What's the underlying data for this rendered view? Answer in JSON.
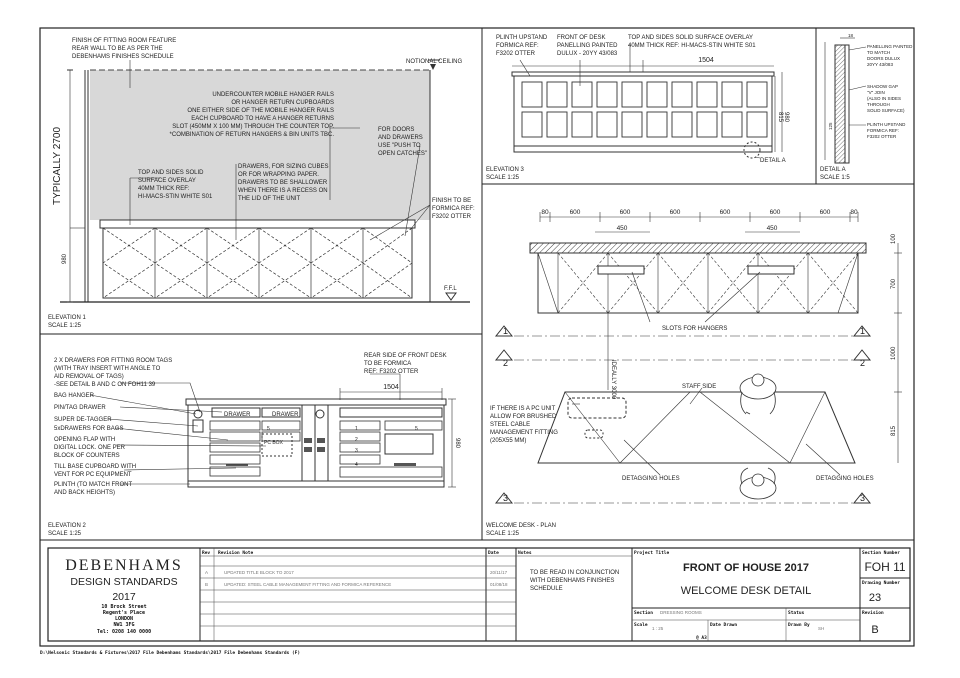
{
  "elevation1": {
    "title": "ELEVATION 1",
    "scale": "SCALE 1:25",
    "notes": {
      "finish_wall_1": "FINISH OF FITTING ROOM FEATURE",
      "finish_wall_2": "REAR WALL TO BE AS PER THE",
      "finish_wall_3": "DEBENHAMS FINISHES SCHEDULE",
      "notional_ceiling": "NOTIONAL CEILING",
      "under_1": "UNDERCOUNTER MOBILE HANGER RAILS",
      "under_2": "OR HANGER RETURN CUPBOARDS",
      "under_3": "ONE EITHER SIDE OF THE MOBILE HANGER RAILS",
      "under_4": "EACH CUPBOARD TO HAVE A HANGER RETURNS",
      "under_5": "SLOT (450MM X 100 MM) THROUGH THE COUNTER TOP.",
      "under_6": "*COMBINATION OF RETURN HANGERS & BIN UNITS TBC.",
      "doors_1": "FOR DOORS",
      "doors_2": "AND DRAWERS",
      "doors_3": "USE \"PUSH TO",
      "doors_4": "OPEN CATCHES\"",
      "top_1": "TOP AND SIDES SOLID",
      "top_2": "SURFACE OVERLAY",
      "top_3": "40MM THICK REF:",
      "top_4": "HI-MACS-STIN WHITE S01",
      "draw_1": "DRAWERS, FOR SIZING CUBES",
      "draw_2": "OR FOR WRAPPING PAPER.",
      "draw_3": "DRAWERS TO BE SHALLOWER",
      "draw_4": "WHEN THERE IS A RECESS ON",
      "draw_5": "THE LID OF THE UNIT",
      "finish_1": "FINISH TO BE",
      "finish_2": "FORMICA REF:",
      "finish_3": "F3202 OTTER",
      "typically": "TYPICALLY 2700",
      "dim_980": "980",
      "ffl": "F.F.L"
    }
  },
  "elevation3": {
    "title": "ELEVATION 3",
    "scale": "SCALE 1:25",
    "plinth_1": "PLINTH UPSTAND",
    "plinth_2": "FORMICA REF:",
    "plinth_3": "F3202 OTTER",
    "front_1": "FRONT OF DESK",
    "front_2": "PANELLING PAINTED",
    "front_3": "DULUX - 20YY 43/083",
    "top_1": "TOP AND SIDES SOLID SURFACE OVERLAY",
    "top_2": "40MM THICK REF: HI-MACS-STIN WHITE S01",
    "dim_1504": "1504",
    "dim_815": "815",
    "dim_980": "980",
    "detail_a": "DETAIL A"
  },
  "detailA": {
    "title": "DETAIL A",
    "scale": "SCALE 1:5",
    "n1": "PANELLING PAINTED",
    "n2": "TO MATCH",
    "n3": "DOORS DULUX",
    "n4": "20YY 43/083",
    "n5": "SHADOW GAP",
    "n6": "\"V\" JOIN",
    "n7": "(ALSO IN SIDES",
    "n8": "THROUGH",
    "n9": "SOLID SURFACE)",
    "n10": "PLINTH UPSTAND",
    "n11": "FORMICA REF:",
    "n12": "F3202 OTTER",
    "d18": "18",
    "d125": "125"
  },
  "elevation2": {
    "title": "ELEVATION 2",
    "scale": "SCALE 1:25",
    "n_drawers_1": "2 X DRAWERS FOR FITTING ROOM TAGS",
    "n_drawers_2": "(WITH TRAY INSERT WITH ANGLE TO",
    "n_drawers_3": "AID REMOVAL OF TAGS)",
    "n_drawers_4": "-SEE DETAIL B AND C ON FOH11 39",
    "bag_hanger": "BAG HANGER",
    "pin_tag": "PIN/TAG DRAWER",
    "super": "SUPER DE-TAGGER",
    "five_drawers": "5xDRAWERS FOR BAGS",
    "flap_1": "OPENING FLAP WITH",
    "flap_2": "DIGITAL LOCK. ONE PER",
    "flap_3": "BLOCK OF COUNTERS",
    "till_1": "TILL BASE CUPBOARD WITH",
    "till_2": "VENT FOR PC EQUIPMENT",
    "plinth_1": "PLINTH (TO MATCH FRONT",
    "plinth_2": "AND BACK HEIGHTS)",
    "rear_1": "REAR SIDE OF FRONT DESK",
    "rear_2": "TO BE FORMICA",
    "rear_3": "REF: F3202 OTTER",
    "dim_1504": "1504",
    "dim_980": "980",
    "drawer_label": "DRAWER",
    "n1": "1",
    "n2": "2",
    "n3": "3",
    "n4": "4",
    "n5": "5",
    "pc_box": "PC BOX"
  },
  "plan": {
    "title": "WELCOME DESK - PLAN",
    "scale": "SCALE 1:25",
    "d80": "80",
    "d600": "600",
    "d450": "450",
    "d100": "100",
    "d700": "700",
    "d1000": "1000",
    "d815": "815",
    "ideally": "IDEALLY 3000",
    "slots": "SLOTS FOR HANGERS",
    "staff_side": "STAFF SIDE",
    "pc_1": "IF THERE IS A PC UNIT",
    "pc_2": "ALLOW FOR BRUSHED",
    "pc_3": "STEEL CABLE",
    "pc_4": "MANAGEMENT FITTING",
    "pc_5": "(205X55 MM)",
    "detag_left": "DETAGGING HOLES",
    "detag_right": "DETAGGING HOLES",
    "sec1": "1",
    "sec2": "2",
    "sec3": "3"
  },
  "titleblock": {
    "brand": "DEBENHAMS",
    "design": "DESIGN STANDARDS",
    "year": "2017",
    "addr1": "10 Brock Street",
    "addr2": "Regent's Place",
    "addr3": "LONDON",
    "addr4": "NW1 3FG",
    "tel": "Tel: 0208 140 0000",
    "rev_header": "Rev",
    "note_header": "Revision Note",
    "date_header": "Date",
    "notes_header": "Notes",
    "revisions": [
      {
        "rev": "A",
        "note": "UPDATED TITLE BLOCK TO 2017",
        "date": "20/11/17"
      },
      {
        "rev": "B",
        "note": "UPDATED: STEEL CABLE MANAGEMENT FITTING AND FORMICA REFERENCE",
        "date": "01/08/18"
      }
    ],
    "notes_1": "TO BE READ IN CONJUNCTION",
    "notes_2": "WITH DEBENHAMS FINISHES",
    "notes_3": "SCHEDULE",
    "project_title_label": "Project Title",
    "project_title": "FRONT OF HOUSE 2017",
    "drawing_title": "WELCOME DESK DETAIL",
    "section_label": "Section",
    "section_value": "DRESSING ROOMS",
    "status_label": "Status",
    "scale_label": "Scale",
    "scale_value": "1 : 25",
    "size": "@ A3",
    "date_drawn_label": "Date Drawn",
    "drawn_by_label": "Drawn By",
    "drawn_by_value": "SH",
    "section_number_label": "Section Number",
    "section_number": "FOH 11",
    "drawing_number_label": "Drawing Number",
    "drawing_number": "23",
    "revision_label": "Revision",
    "revision": "B"
  },
  "footer_path": "D:\\Nelsonic Standards & Fixtures\\2017 File Debenhams Standards\\2017 File Debenhams Standards (F)"
}
